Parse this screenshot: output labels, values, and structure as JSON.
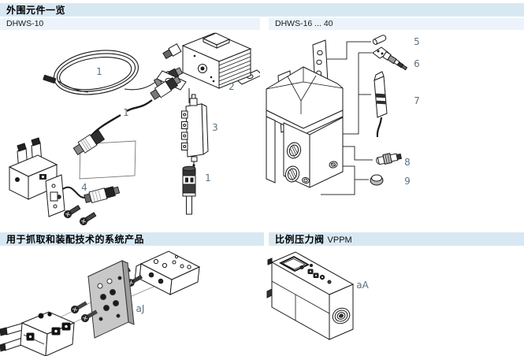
{
  "header": {
    "title": "外围元件一览"
  },
  "sections": {
    "dhws10": {
      "label": "DHWS-10",
      "callouts": [
        "1",
        "2",
        "1",
        "3",
        "1",
        "4"
      ]
    },
    "dhws16_40": {
      "label": "DHWS-16 ... 40",
      "callouts": [
        "5",
        "6",
        "7",
        "8",
        "9"
      ]
    },
    "system_products": {
      "title": "用于抓取和装配技术的系统产品",
      "callouts": [
        "aJ"
      ]
    },
    "vppm": {
      "title_cn": "比例压力阀",
      "title_code": "VPPM",
      "callouts": [
        "aA"
      ]
    }
  },
  "colors": {
    "section_band": "#d8e8f3",
    "sub_band": "#ecf3fa",
    "callout_text": "#5d7280",
    "line_art": "#1a1a1a"
  }
}
